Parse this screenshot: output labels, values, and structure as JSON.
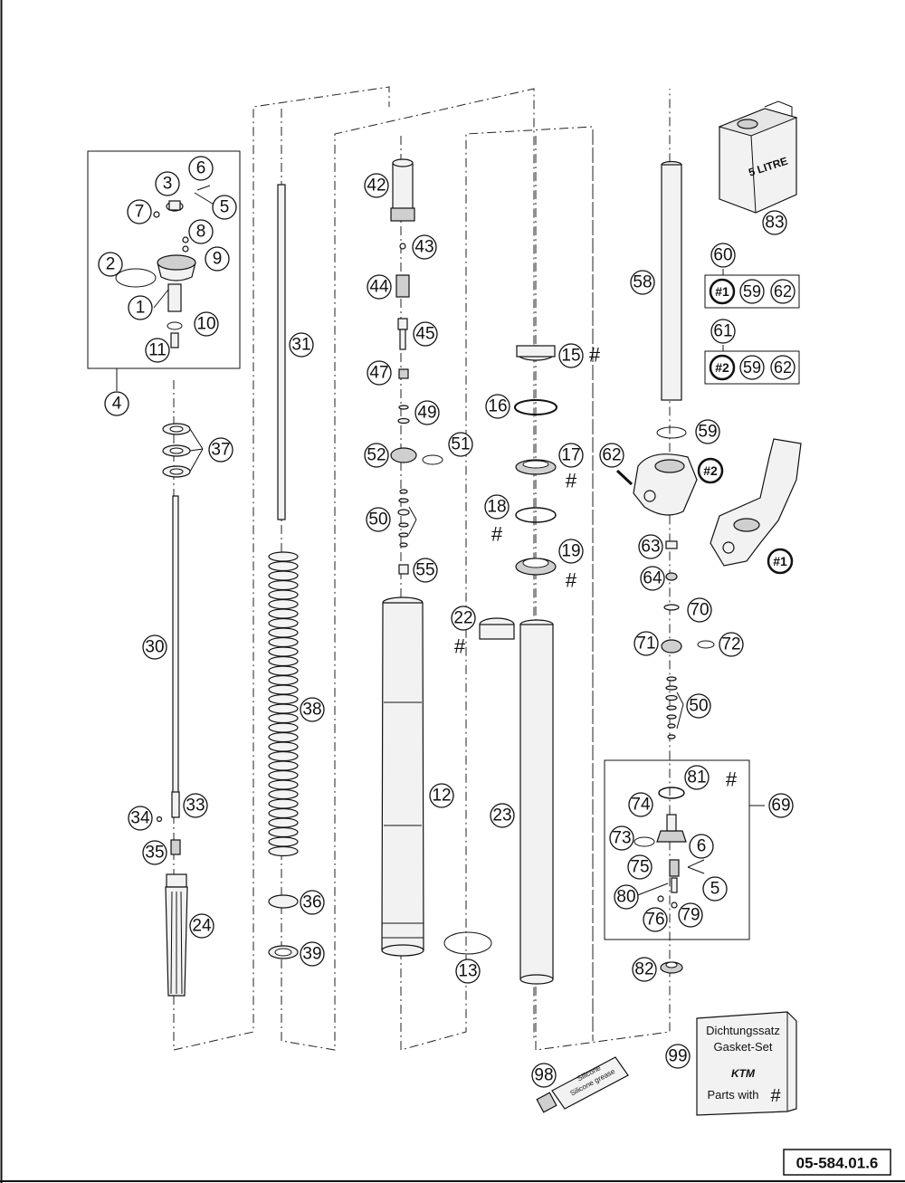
{
  "diagram_code": "05-584.01.6",
  "callouts": [
    "1",
    "2",
    "3",
    "4",
    "5",
    "6",
    "7",
    "8",
    "9",
    "10",
    "11",
    "12",
    "13",
    "15",
    "16",
    "17",
    "18",
    "19",
    "22",
    "23",
    "24",
    "30",
    "31",
    "33",
    "34",
    "35",
    "36",
    "37",
    "38",
    "39",
    "42",
    "43",
    "44",
    "45",
    "47",
    "49",
    "50",
    "51",
    "52",
    "55",
    "58",
    "59",
    "60",
    "61",
    "62",
    "63",
    "64",
    "69",
    "70",
    "71",
    "72",
    "73",
    "74",
    "75",
    "76",
    "79",
    "80",
    "81",
    "82",
    "83",
    "98",
    "99"
  ],
  "hash_symbol": "#",
  "kit_60": {
    "label": "#1",
    "items": [
      "59",
      "62"
    ]
  },
  "kit_61": {
    "label": "#2",
    "items": [
      "59",
      "62"
    ]
  },
  "clamp_labels": {
    "bottom": "#1",
    "top": "#2"
  },
  "oil_can": {
    "volume": "5 LITRE"
  },
  "gasket_box": {
    "line1": "Dichtungssatz",
    "line2": "Gasket-Set",
    "brand": "KTM",
    "line3": "Parts with",
    "hash": "#"
  },
  "grease_tube": {
    "text1": "Silicone",
    "text2": "Silicone grease"
  }
}
